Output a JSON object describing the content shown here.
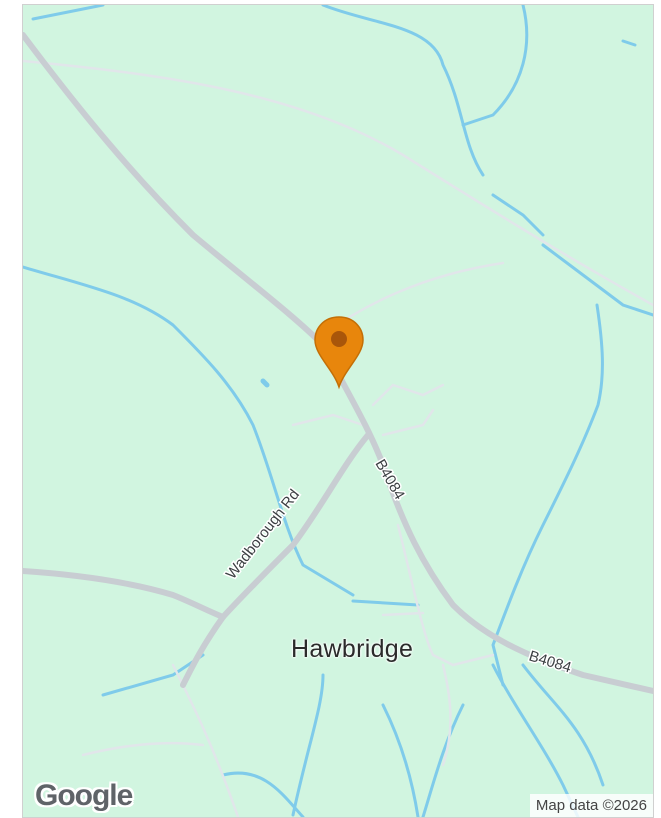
{
  "map": {
    "place_label": "Hawbridge",
    "road_labels": {
      "b4084_north": "B4084",
      "b4084_east": "B4084",
      "wadborough": "Wadborough Rd"
    },
    "attribution": "Map data ©2026",
    "logo": "Google",
    "marker": {
      "icon": "map-pin-icon",
      "color": "#e8860c"
    },
    "colors": {
      "land": "#d1f5e0",
      "water": "#7fcbea",
      "major_road": "#c8cdd2",
      "minor_road": "#e1e6ea"
    }
  }
}
